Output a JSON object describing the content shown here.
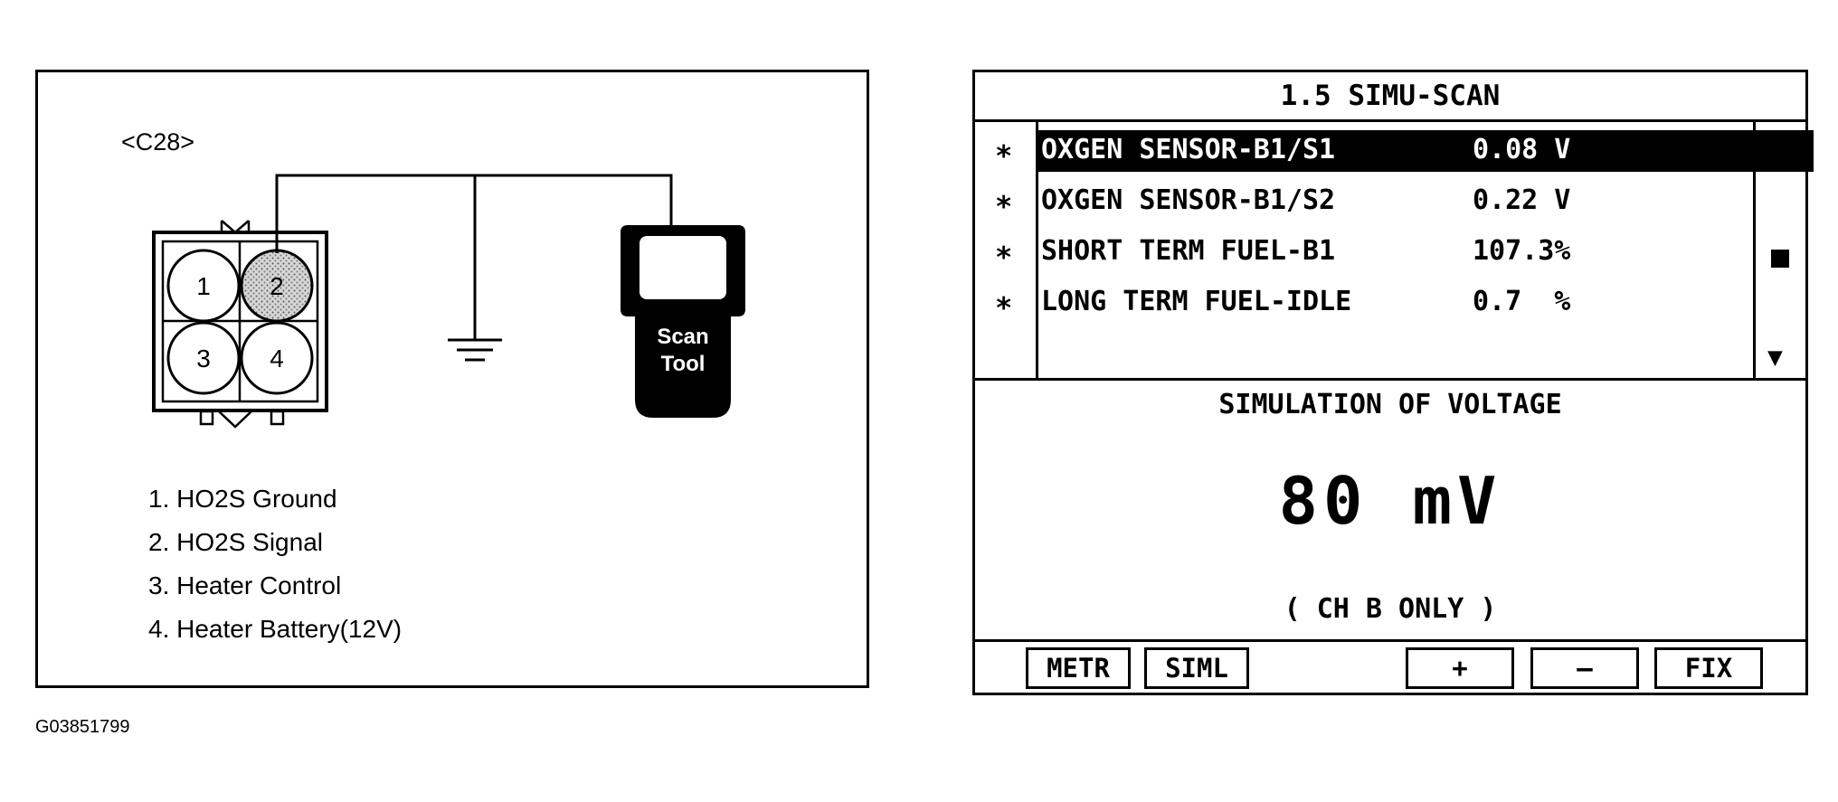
{
  "connector": {
    "label": "<C28>",
    "pins": [
      "1",
      "2",
      "3",
      "4"
    ],
    "legend": [
      "1. HO2S Ground",
      "2. HO2S Signal",
      "3. Heater Control",
      "4. Heater Battery(12V)"
    ]
  },
  "scan_tool_device": {
    "line1": "Scan",
    "line2": "Tool"
  },
  "figure_id": "G03851799",
  "screen": {
    "title": "1.5 SIMU-SCAN",
    "rows": [
      {
        "marker": "∗",
        "name": "OXGEN SENSOR-B1/S1",
        "value": "0.08 V",
        "selected": true
      },
      {
        "marker": "∗",
        "name": "OXGEN SENSOR-B1/S2",
        "value": "0.22 V",
        "selected": false
      },
      {
        "marker": "∗",
        "name": "SHORT TERM FUEL-B1",
        "value": "107.3%",
        "selected": false
      },
      {
        "marker": "∗",
        "name": "LONG TERM FUEL-IDLE",
        "value": "0.7  %",
        "selected": false
      }
    ],
    "scroll_up": "▲",
    "scroll_down": "▼",
    "sim_title": "SIMULATION OF VOLTAGE",
    "sim_value": "80 mV",
    "sim_note": "( CH B ONLY )",
    "fkeys": {
      "metr": "METR",
      "siml": "SIML",
      "plus": "+",
      "minus": "—",
      "fix": "FIX"
    }
  }
}
